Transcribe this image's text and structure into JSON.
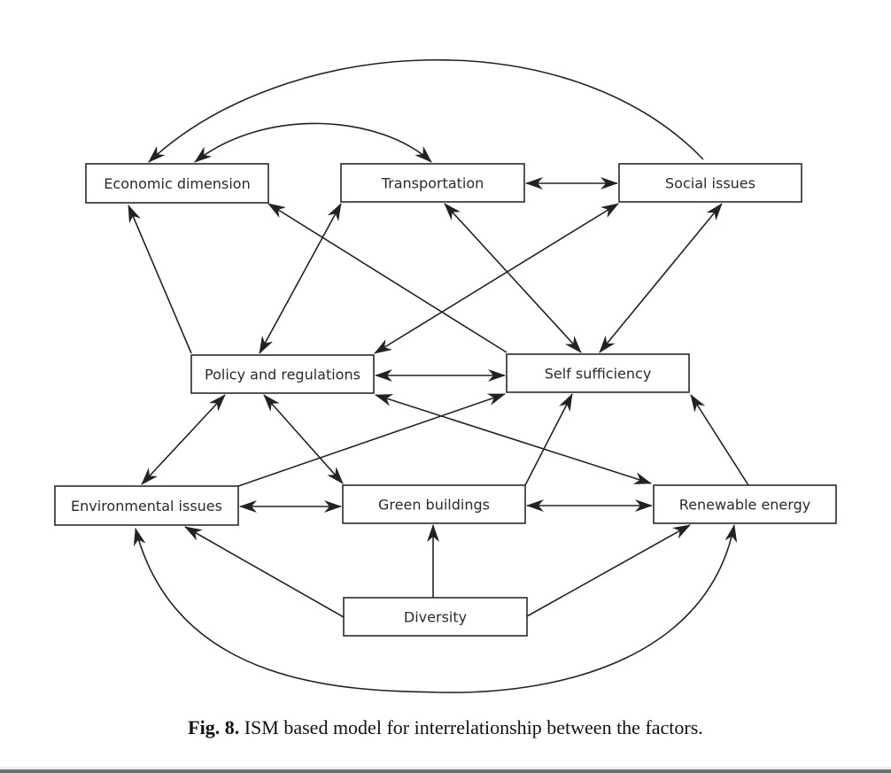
{
  "figure": {
    "caption_label": "Fig. 8.",
    "caption_text": " ISM based model for interrelationship between the factors."
  },
  "nodes": [
    {
      "id": "economic",
      "label": "Economic dimension"
    },
    {
      "id": "transport",
      "label": "Transportation"
    },
    {
      "id": "social",
      "label": "Social issues"
    },
    {
      "id": "policy",
      "label": "Policy and regulations"
    },
    {
      "id": "selfsuff",
      "label": "Self sufficiency"
    },
    {
      "id": "environ",
      "label": "Environmental issues"
    },
    {
      "id": "green",
      "label": "Green buildings"
    },
    {
      "id": "renew",
      "label": "Renewable energy"
    },
    {
      "id": "diversity",
      "label": "Diversity"
    }
  ],
  "edges": [
    {
      "from": "social",
      "to": "economic",
      "direction": "one-way",
      "style": "arc"
    },
    {
      "from": "economic",
      "to": "transport",
      "direction": "two-way",
      "style": "arc"
    },
    {
      "from": "transport",
      "to": "social",
      "direction": "two-way",
      "style": "straight"
    },
    {
      "from": "policy",
      "to": "economic",
      "direction": "one-way",
      "style": "straight"
    },
    {
      "from": "policy",
      "to": "transport",
      "direction": "two-way",
      "style": "straight"
    },
    {
      "from": "selfsuff",
      "to": "economic",
      "direction": "one-way",
      "style": "straight"
    },
    {
      "from": "transport",
      "to": "selfsuff",
      "direction": "two-way",
      "style": "straight"
    },
    {
      "from": "policy",
      "to": "social",
      "direction": "two-way",
      "style": "straight"
    },
    {
      "from": "social",
      "to": "selfsuff",
      "direction": "two-way",
      "style": "straight"
    },
    {
      "from": "policy",
      "to": "selfsuff",
      "direction": "two-way",
      "style": "straight"
    },
    {
      "from": "policy",
      "to": "environ",
      "direction": "two-way",
      "style": "straight"
    },
    {
      "from": "policy",
      "to": "green",
      "direction": "two-way",
      "style": "straight"
    },
    {
      "from": "policy",
      "to": "renew",
      "direction": "two-way",
      "style": "straight"
    },
    {
      "from": "environ",
      "to": "selfsuff",
      "direction": "one-way",
      "style": "straight"
    },
    {
      "from": "green",
      "to": "selfsuff",
      "direction": "one-way",
      "style": "straight"
    },
    {
      "from": "renew",
      "to": "selfsuff",
      "direction": "one-way",
      "style": "straight"
    },
    {
      "from": "environ",
      "to": "green",
      "direction": "two-way",
      "style": "straight"
    },
    {
      "from": "green",
      "to": "renew",
      "direction": "two-way",
      "style": "straight"
    },
    {
      "from": "diversity",
      "to": "environ",
      "direction": "one-way",
      "style": "straight"
    },
    {
      "from": "diversity",
      "to": "green",
      "direction": "one-way",
      "style": "straight"
    },
    {
      "from": "diversity",
      "to": "renew",
      "direction": "one-way",
      "style": "straight"
    },
    {
      "from": "environ",
      "to": "renew",
      "direction": "two-way",
      "style": "arc"
    }
  ]
}
